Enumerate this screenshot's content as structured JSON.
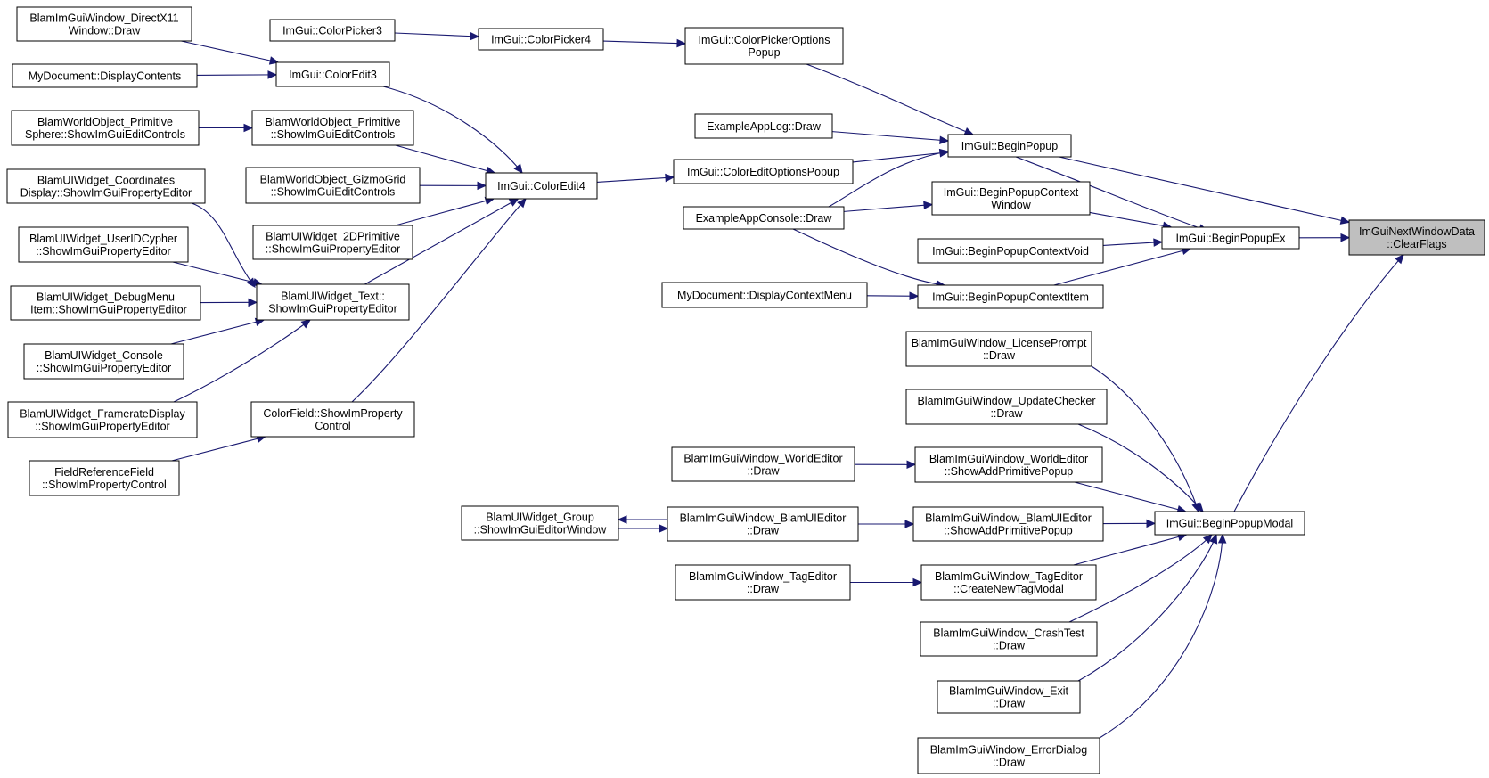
{
  "diagram": {
    "nodes": [
      {
        "id": "root",
        "lines": [
          "ImGuiNextWindowData",
          "::ClearFlags"
        ],
        "highlight": true
      },
      {
        "id": "beginpopupex",
        "lines": [
          "ImGui::BeginPopupEx"
        ]
      },
      {
        "id": "beginpopupmodal",
        "lines": [
          "ImGui::BeginPopupModal"
        ]
      },
      {
        "id": "beginpopup",
        "lines": [
          "ImGui::BeginPopup"
        ]
      },
      {
        "id": "bpcwindow",
        "lines": [
          "ImGui::BeginPopupContext",
          "Window"
        ]
      },
      {
        "id": "bpcvoid",
        "lines": [
          "ImGui::BeginPopupContextVoid"
        ]
      },
      {
        "id": "bpcitem",
        "lines": [
          "ImGui::BeginPopupContextItem"
        ]
      },
      {
        "id": "colorpickeroptions",
        "lines": [
          "ImGui::ColorPickerOptions",
          "Popup"
        ]
      },
      {
        "id": "exapplog",
        "lines": [
          "ExampleAppLog::Draw"
        ]
      },
      {
        "id": "coloreditoptions",
        "lines": [
          "ImGui::ColorEditOptionsPopup"
        ]
      },
      {
        "id": "exappconsole",
        "lines": [
          "ExampleAppConsole::Draw"
        ]
      },
      {
        "id": "mydoccontext",
        "lines": [
          "MyDocument::DisplayContextMenu"
        ]
      },
      {
        "id": "colorpicker4",
        "lines": [
          "ImGui::ColorPicker4"
        ]
      },
      {
        "id": "colorpicker3",
        "lines": [
          "ImGui::ColorPicker3"
        ]
      },
      {
        "id": "coloredit4",
        "lines": [
          "ImGui::ColorEdit4"
        ]
      },
      {
        "id": "coloredit3",
        "lines": [
          "ImGui::ColorEdit3"
        ]
      },
      {
        "id": "directx11",
        "lines": [
          "BlamImGuiWindow_DirectX11",
          "Window::Draw"
        ]
      },
      {
        "id": "mydoccontents",
        "lines": [
          "MyDocument::DisplayContents"
        ]
      },
      {
        "id": "wo_prim_edit",
        "lines": [
          "BlamWorldObject_Primitive",
          "::ShowImGuiEditControls"
        ]
      },
      {
        "id": "wo_prim_sphere",
        "lines": [
          "BlamWorldObject_Primitive",
          "Sphere::ShowImGuiEditControls"
        ]
      },
      {
        "id": "wo_gizmogrid",
        "lines": [
          "BlamWorldObject_GizmoGrid",
          "::ShowImGuiEditControls"
        ]
      },
      {
        "id": "ui_2dprim",
        "lines": [
          "BlamUIWidget_2DPrimitive",
          "::ShowImGuiPropertyEditor"
        ]
      },
      {
        "id": "ui_text",
        "lines": [
          "BlamUIWidget_Text::",
          "ShowImGuiPropertyEditor"
        ]
      },
      {
        "id": "ui_coords",
        "lines": [
          "BlamUIWidget_Coordinates",
          "Display::ShowImGuiPropertyEditor"
        ]
      },
      {
        "id": "ui_useridcypher",
        "lines": [
          "BlamUIWidget_UserIDCypher",
          "::ShowImGuiPropertyEditor"
        ]
      },
      {
        "id": "ui_debugmenu",
        "lines": [
          "BlamUIWidget_DebugMenu",
          "_Item::ShowImGuiPropertyEditor"
        ]
      },
      {
        "id": "ui_console",
        "lines": [
          "BlamUIWidget_Console",
          "::ShowImGuiPropertyEditor"
        ]
      },
      {
        "id": "ui_framerate",
        "lines": [
          "BlamUIWidget_FramerateDisplay",
          "::ShowImGuiPropertyEditor"
        ]
      },
      {
        "id": "colorfield",
        "lines": [
          "ColorField::ShowImProperty",
          "Control"
        ]
      },
      {
        "id": "fieldref",
        "lines": [
          "FieldReferenceField",
          "::ShowImPropertyControl"
        ]
      },
      {
        "id": "licenseprompt",
        "lines": [
          "BlamImGuiWindow_LicensePrompt",
          "::Draw"
        ]
      },
      {
        "id": "updatechecker",
        "lines": [
          "BlamImGuiWindow_UpdateChecker",
          "::Draw"
        ]
      },
      {
        "id": "we_showadd",
        "lines": [
          "BlamImGuiWindow_WorldEditor",
          "::ShowAddPrimitivePopup"
        ]
      },
      {
        "id": "we_draw",
        "lines": [
          "BlamImGuiWindow_WorldEditor",
          "::Draw"
        ]
      },
      {
        "id": "uie_showadd",
        "lines": [
          "BlamImGuiWindow_BlamUIEditor",
          "::ShowAddPrimitivePopup"
        ]
      },
      {
        "id": "uie_draw",
        "lines": [
          "BlamImGuiWindow_BlamUIEditor",
          "::Draw"
        ]
      },
      {
        "id": "ui_group",
        "lines": [
          "BlamUIWidget_Group",
          "::ShowImGuiEditorWindow"
        ]
      },
      {
        "id": "te_newtag",
        "lines": [
          "BlamImGuiWindow_TagEditor",
          "::CreateNewTagModal"
        ]
      },
      {
        "id": "te_draw",
        "lines": [
          "BlamImGuiWindow_TagEditor",
          "::Draw"
        ]
      },
      {
        "id": "crashtest",
        "lines": [
          "BlamImGuiWindow_CrashTest",
          "::Draw"
        ]
      },
      {
        "id": "exitwin",
        "lines": [
          "BlamImGuiWindow_Exit",
          "::Draw"
        ]
      },
      {
        "id": "errordialog",
        "lines": [
          "BlamImGuiWindow_ErrorDialog",
          "::Draw"
        ]
      }
    ],
    "edges": [
      {
        "from": "beginpopupex",
        "to": "root"
      },
      {
        "from": "beginpopup",
        "to": "root"
      },
      {
        "from": "beginpopupmodal",
        "to": "root"
      },
      {
        "from": "beginpopup",
        "to": "beginpopupex"
      },
      {
        "from": "bpcwindow",
        "to": "beginpopupex"
      },
      {
        "from": "bpcvoid",
        "to": "beginpopupex"
      },
      {
        "from": "bpcitem",
        "to": "beginpopupex"
      },
      {
        "from": "colorpickeroptions",
        "to": "beginpopup"
      },
      {
        "from": "exapplog",
        "to": "beginpopup"
      },
      {
        "from": "coloreditoptions",
        "to": "beginpopup"
      },
      {
        "from": "exappconsole",
        "to": "beginpopup"
      },
      {
        "from": "exappconsole",
        "to": "bpcwindow"
      },
      {
        "from": "exappconsole",
        "to": "bpcitem"
      },
      {
        "from": "mydoccontext",
        "to": "bpcitem"
      },
      {
        "from": "colorpicker4",
        "to": "colorpickeroptions"
      },
      {
        "from": "colorpicker3",
        "to": "colorpicker4"
      },
      {
        "from": "coloredit4",
        "to": "coloreditoptions"
      },
      {
        "from": "coloredit3",
        "to": "coloredit4"
      },
      {
        "from": "directx11",
        "to": "coloredit3"
      },
      {
        "from": "mydoccontents",
        "to": "coloredit3"
      },
      {
        "from": "wo_prim_edit",
        "to": "coloredit4"
      },
      {
        "from": "wo_prim_sphere",
        "to": "wo_prim_edit"
      },
      {
        "from": "wo_gizmogrid",
        "to": "coloredit4"
      },
      {
        "from": "ui_2dprim",
        "to": "coloredit4"
      },
      {
        "from": "ui_text",
        "to": "coloredit4"
      },
      {
        "from": "colorfield",
        "to": "coloredit4"
      },
      {
        "from": "ui_coords",
        "to": "ui_text"
      },
      {
        "from": "ui_useridcypher",
        "to": "ui_text"
      },
      {
        "from": "ui_debugmenu",
        "to": "ui_text"
      },
      {
        "from": "ui_console",
        "to": "ui_text"
      },
      {
        "from": "ui_framerate",
        "to": "ui_text"
      },
      {
        "from": "fieldref",
        "to": "colorfield"
      },
      {
        "from": "licenseprompt",
        "to": "beginpopupmodal"
      },
      {
        "from": "updatechecker",
        "to": "beginpopupmodal"
      },
      {
        "from": "we_showadd",
        "to": "beginpopupmodal"
      },
      {
        "from": "uie_showadd",
        "to": "beginpopupmodal"
      },
      {
        "from": "te_newtag",
        "to": "beginpopupmodal"
      },
      {
        "from": "crashtest",
        "to": "beginpopupmodal"
      },
      {
        "from": "exitwin",
        "to": "beginpopupmodal"
      },
      {
        "from": "errordialog",
        "to": "beginpopupmodal"
      },
      {
        "from": "we_draw",
        "to": "we_showadd"
      },
      {
        "from": "uie_draw",
        "to": "uie_showadd"
      },
      {
        "from": "uie_draw",
        "to": "ui_group"
      },
      {
        "from": "ui_group",
        "to": "uie_draw"
      },
      {
        "from": "te_draw",
        "to": "te_newtag"
      }
    ]
  }
}
